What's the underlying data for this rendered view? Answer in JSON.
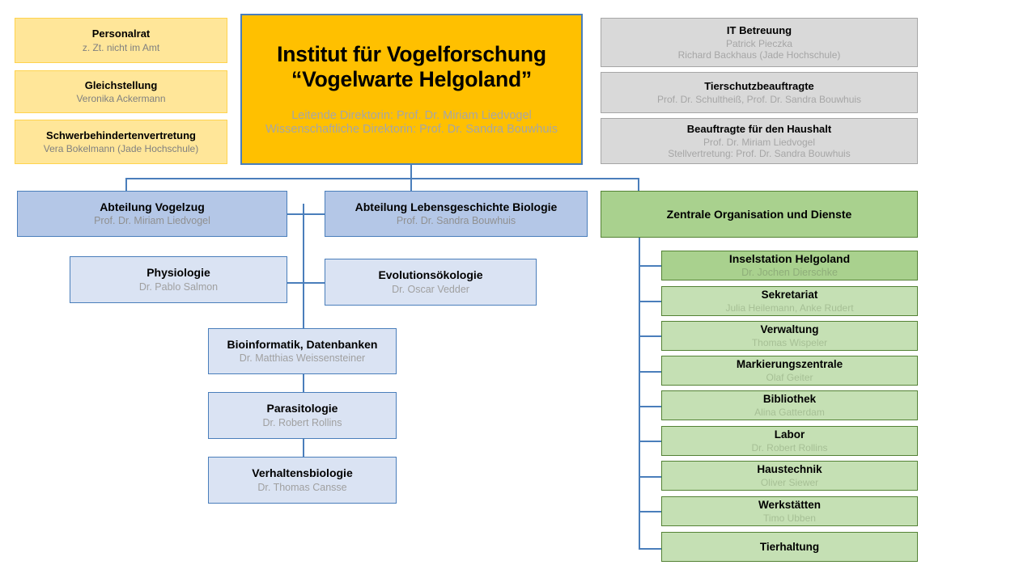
{
  "diagram": {
    "title": "Organigramm Institut für Vogelforschung",
    "colors": {
      "orange": "#FFC000",
      "yellow": "#FFE699",
      "grey": "#D9D9D9",
      "blue": "#B4C7E7",
      "blue_light": "#DAE3F3",
      "green": "#A9D18E",
      "green_light": "#C5E0B4",
      "connector": "#4A7EBB",
      "subtitle_text": "#A6A6A6"
    }
  },
  "institute": {
    "title_line1": "Institut für Vogelforschung",
    "title_line2": "“Vogelwarte Helgoland”",
    "director_line1": "Leitende Direktorin: Prof. Dr. Miriam Liedvogel",
    "director_line2": "Wissenschaftliche Direktorin: Prof. Dr. Sandra Bouwhuis"
  },
  "committees": [
    {
      "title": "Personalrat",
      "sub": "z. Zt. nicht im Amt"
    },
    {
      "title": "Gleichstellung",
      "sub": "Veronika Ackermann"
    },
    {
      "title": "Schwerbehindertenvertretung",
      "sub": "Vera Bokelmann (Jade Hochschule)"
    }
  ],
  "services": [
    {
      "title": "IT Betreuung",
      "sub1": "Patrick Pieczka",
      "sub2": "Richard Backhaus (Jade Hochschule)"
    },
    {
      "title": "Tierschutzbeauftragte",
      "sub1": "Prof. Dr. Schultheiß, Prof. Dr. Sandra Bouwhuis",
      "sub2": ""
    },
    {
      "title": "Beauftragte für den Haushalt",
      "sub1": "Prof. Dr. Miriam Liedvogel",
      "sub2": "Stellvertretung: Prof. Dr. Sandra Bouwhuis"
    }
  ],
  "departments": [
    {
      "title": "Abteilung Vogelzug",
      "sub": "Prof. Dr. Miriam Liedvogel"
    },
    {
      "title": "Abteilung Lebensgeschichte Biologie",
      "sub": "Prof. Dr. Sandra Bouwhuis"
    }
  ],
  "groups": [
    {
      "title": "Physiologie",
      "sub": "Dr. Pablo Salmon"
    },
    {
      "title": "Evolutionsökologie",
      "sub": "Dr. Oscar Vedder"
    },
    {
      "title": "Bioinformatik, Datenbanken",
      "sub": "Dr. Matthias Weissensteiner"
    },
    {
      "title": "Parasitologie",
      "sub": "Dr. Robert Rollins"
    },
    {
      "title": "Verhaltensbiologie",
      "sub": "Dr. Thomas Cansse"
    }
  ],
  "central": {
    "title": "Zentrale Organisation und Dienste",
    "units": [
      {
        "title": "Inselstation Helgoland",
        "sub": "Dr. Jochen Dierschke"
      },
      {
        "title": "Sekretariat",
        "sub": "Julia Heilemann, Anke Rudert"
      },
      {
        "title": "Verwaltung",
        "sub": "Thomas Wispeler"
      },
      {
        "title": "Markierungszentrale",
        "sub": "Olaf Geiter"
      },
      {
        "title": "Bibliothek",
        "sub": "Alina Gatterdam"
      },
      {
        "title": "Labor",
        "sub": "Dr. Robert Rollins"
      },
      {
        "title": "Haustechnik",
        "sub": "Oliver Siewer"
      },
      {
        "title": "Werkstätten",
        "sub": "Timo Ubben"
      },
      {
        "title": "Tierhaltung",
        "sub": ""
      }
    ]
  }
}
